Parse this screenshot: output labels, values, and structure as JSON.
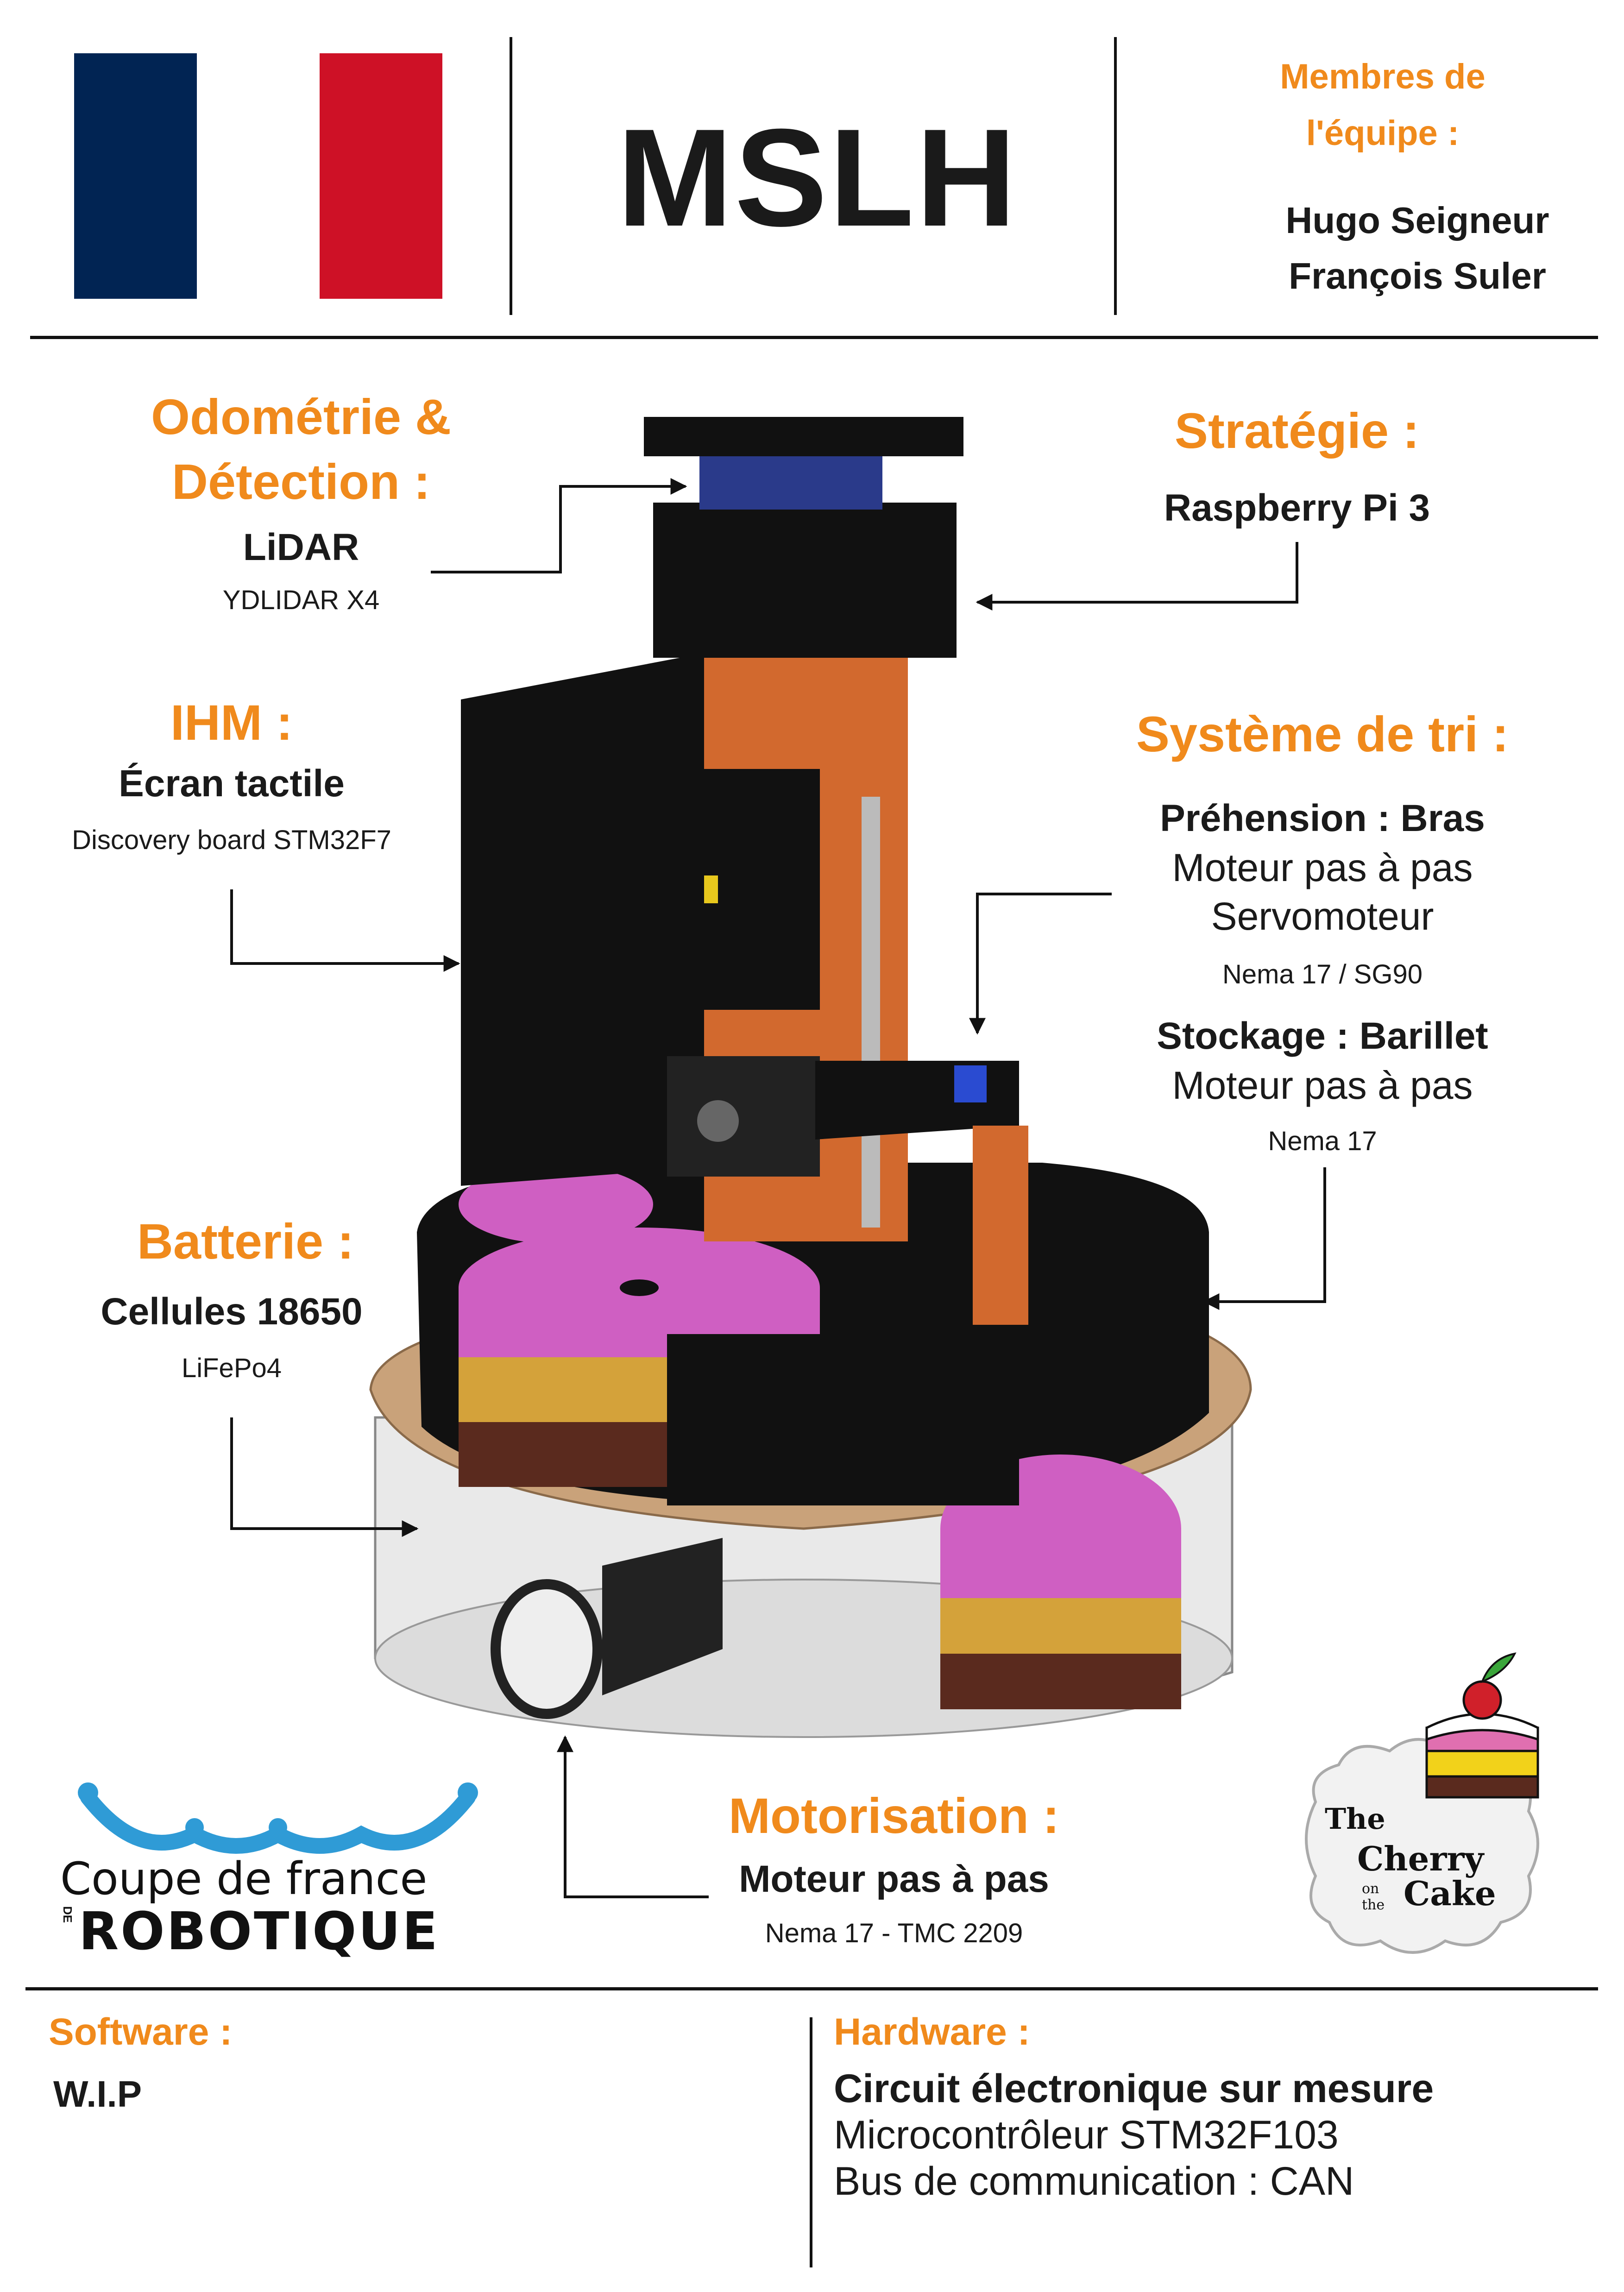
{
  "header": {
    "team_name": "MSLH",
    "members_title_line1": "Membres de",
    "members_title_line2": "l'équipe :",
    "members": [
      "Hugo Seigneur",
      "François Suler"
    ],
    "flag_colors": {
      "blue": "#012453",
      "white": "#ffffff",
      "red": "#ce1126"
    }
  },
  "sections": {
    "odometry": {
      "title_line1": "Odométrie &",
      "title_line2": "Détection :",
      "component": "LiDAR",
      "model": "YDLIDAR X4"
    },
    "strategy": {
      "title": "Stratégie :",
      "component": "Raspberry Pi 3"
    },
    "hmi": {
      "title": "IHM :",
      "component": "Écran tactile",
      "model": "Discovery board STM32F7"
    },
    "sorting": {
      "title": "Système de tri :",
      "grip_title": "Préhension : Bras",
      "grip_line1": "Moteur pas à pas",
      "grip_line2": "Servomoteur",
      "grip_model": "Nema 17 / SG90",
      "storage_title": "Stockage : Barillet",
      "storage_line1": "Moteur pas à pas",
      "storage_model": "Nema 17"
    },
    "battery": {
      "title": "Batterie :",
      "component": "Cellules 18650",
      "model": "LiFePo4"
    },
    "motorization": {
      "title": "Motorisation :",
      "component": "Moteur pas à pas",
      "model": "Nema 17 - TMC 2209"
    }
  },
  "logos": {
    "cup_line1": "Coupe de france",
    "cup_de": "DE",
    "cup_line2": "ROBOTIQUE",
    "cake_line1": "The",
    "cake_line2": "Cherry",
    "cake_on": "on",
    "cake_the": "the",
    "cake_line3": "Cake"
  },
  "footer": {
    "software_title": "Software :",
    "software_value": "W.I.P",
    "hardware_title": "Hardware :",
    "hardware_line1": "Circuit électronique sur mesure",
    "hardware_line2": "Microcontrôleur STM32F103",
    "hardware_line3": "Bus de communication : CAN"
  },
  "colors": {
    "accent": "#f08a1c",
    "cake_pink": "#cf5fc2",
    "cake_yellow": "#d4a23a",
    "cake_brown": "#5a2a1e",
    "mast": "#d2692e",
    "wood": "#c9a27a",
    "logo_blue": "#2f9bd6"
  }
}
